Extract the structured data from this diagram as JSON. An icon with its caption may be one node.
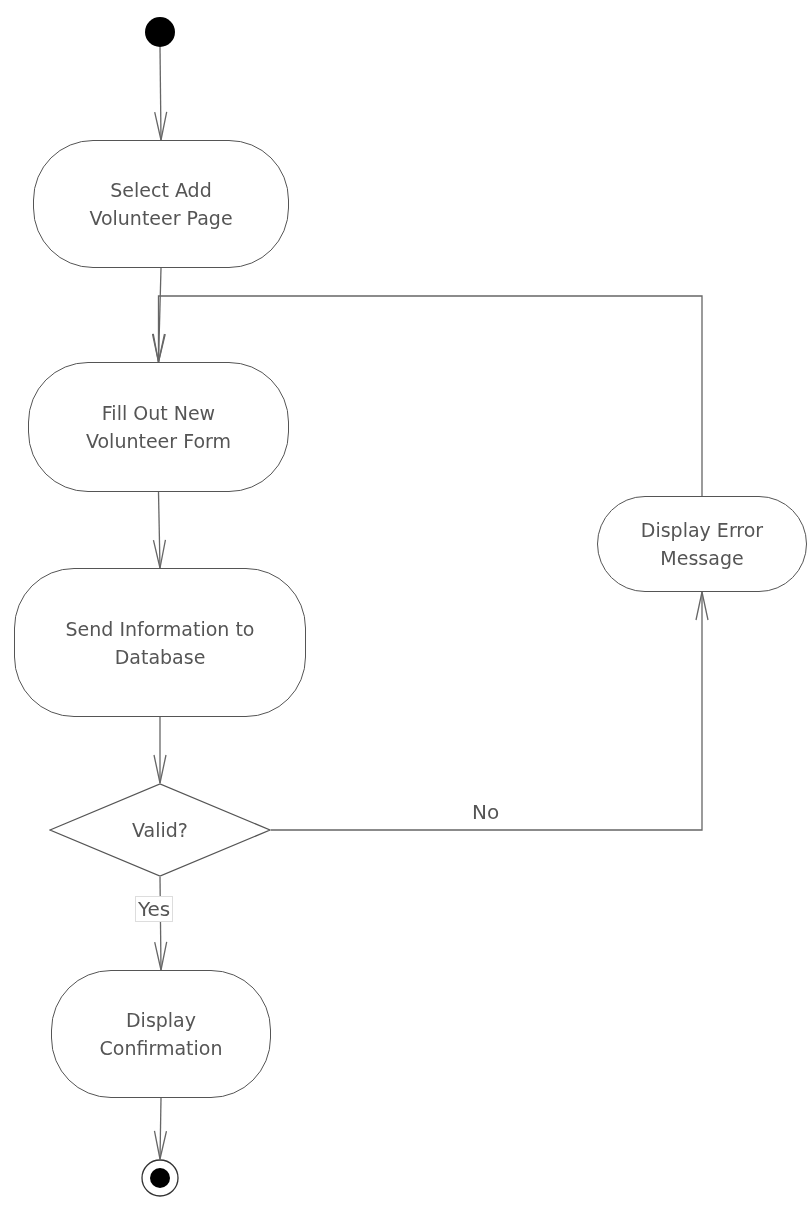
{
  "diagram": {
    "nodes": [
      {
        "text": [],
        "shape": "circle"
      },
      {
        "text": [
          "Select Add Volunteer Page"
        ]
      },
      {
        "text": [
          "Fill Out New Volunteer Form"
        ]
      },
      {
        "text": [
          "Send Information to Database"
        ]
      },
      {
        "text": [
          "Valid?"
        ]
      },
      {
        "text": [
          "Display Confirmation"
        ]
      },
      {
        "text": [],
        "shape": "circle"
      },
      {
        "text": [
          "Display Error Message"
        ]
      }
    ],
    "edges": [
      {
        "from": 0,
        "to": 1,
        "arrow": "to"
      },
      {
        "from": 1,
        "to": 2,
        "arrow": "to"
      },
      {
        "from": 2,
        "to": 3,
        "arrow": "to"
      },
      {
        "from": 3,
        "to": 4,
        "arrow": "to"
      },
      {
        "from": 4,
        "to": 5,
        "arrow": "to",
        "label": "Yes"
      },
      {
        "from": 4,
        "to": 7,
        "arrow": "to",
        "label": "No"
      },
      {
        "from": 7,
        "to": 2,
        "arrow": "to"
      },
      {
        "from": 5,
        "to": 6,
        "arrow": "to"
      }
    ]
  }
}
